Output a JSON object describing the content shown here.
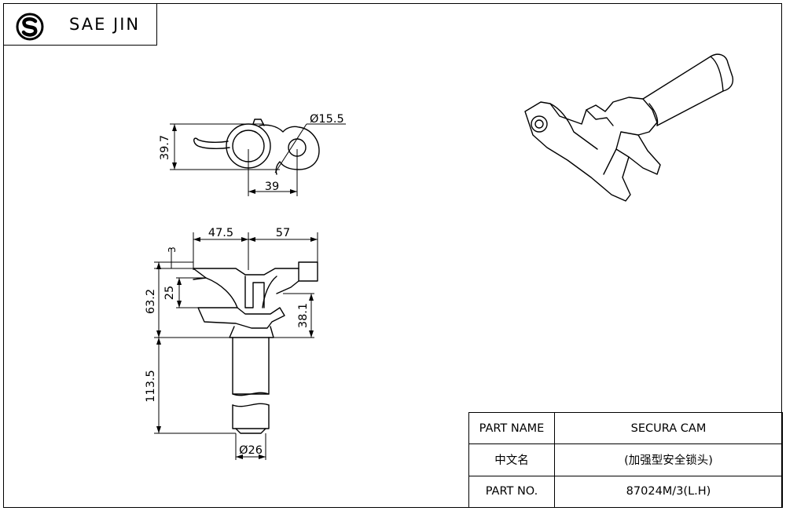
{
  "header": {
    "brand": "SAE JIN",
    "logo_icon": "sj-logo-icon"
  },
  "dimensions": {
    "top_view": {
      "diameter": "Ø15.5",
      "height": "39.7",
      "spacing": "39"
    },
    "side_view": {
      "left_width": "47.5",
      "right_width": "57",
      "small": "3",
      "upper_height": "25",
      "total_height": "63.2",
      "right_height": "38.1",
      "shaft_length": "113.5",
      "shaft_diameter": "Ø26"
    }
  },
  "title_block": {
    "rows": [
      {
        "label": "PART NAME",
        "value": "SECURA CAM"
      },
      {
        "label": "中文名",
        "value": "(加强型安全锁头)"
      },
      {
        "label": "PART NO.",
        "value": "87024M/3(L.H)"
      }
    ]
  },
  "colors": {
    "line": "#000000",
    "background": "#ffffff"
  }
}
